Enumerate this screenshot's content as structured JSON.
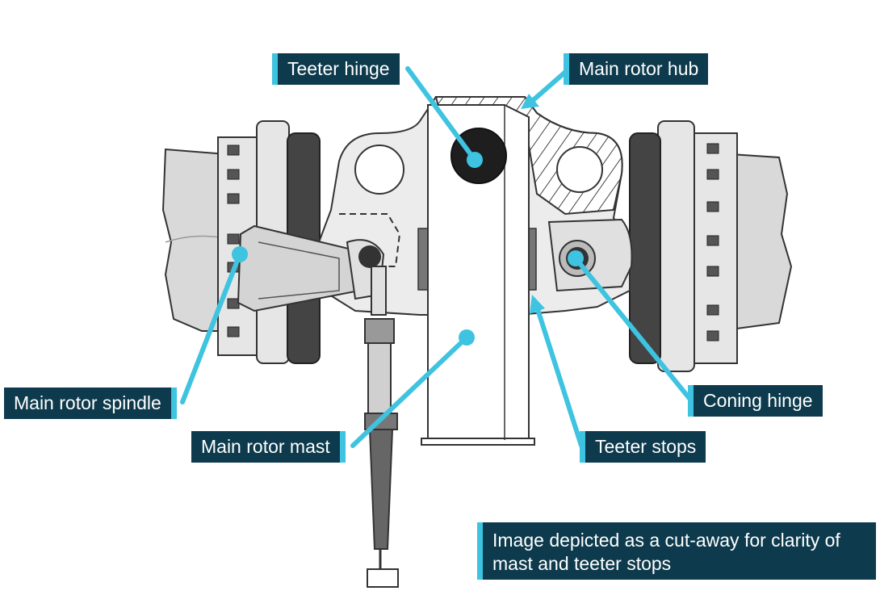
{
  "labels": {
    "teeter_hinge": "Teeter hinge",
    "main_rotor_hub": "Main rotor hub",
    "main_rotor_spindle": "Main rotor spindle",
    "main_rotor_mast": "Main rotor mast",
    "coning_hinge": "Coning hinge",
    "teeter_stops": "Teeter stops"
  },
  "note": {
    "line1": "Image depicted as a cut-away for clarity of",
    "line2": "mast and teeter stops"
  },
  "colors": {
    "callout_bg": "#0d3a4c",
    "accent": "#3ec3e0",
    "callout_text": "#ffffff",
    "part_fill": "#e6e6e6",
    "part_dark": "#444444"
  }
}
